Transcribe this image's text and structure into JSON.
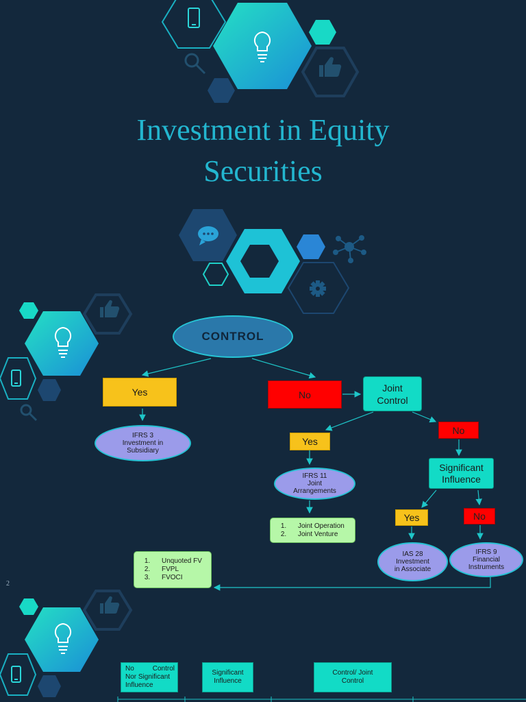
{
  "title": {
    "line1": "Investment in Equity",
    "line2": "Securities"
  },
  "page_number": "2",
  "flow": {
    "control": "CONTROL",
    "yes_control": "Yes",
    "no_control": "No",
    "ifrs3": {
      "code": "IFRS 3",
      "l1": "Investment in",
      "l2": "Subsidiary"
    },
    "joint_control": {
      "l1": "Joint",
      "l2": "Control"
    },
    "yes_joint": "Yes",
    "no_joint": "No",
    "ifrs11": {
      "code": "IFRS 11",
      "l1": "Joint",
      "l2": "Arrangements"
    },
    "joint_list": [
      "Joint Operation",
      "Joint Venture"
    ],
    "significant_influence": {
      "l1": "Significant",
      "l2": "Influence"
    },
    "yes_si": "Yes",
    "no_si": "No",
    "ias28": {
      "code": "IAS 28",
      "l1": "Investment",
      "l2": "in Associate"
    },
    "ifrs9": {
      "code": "IFRS 9",
      "l1": "Financial",
      "l2": "Instruments"
    },
    "fv_list": [
      "Unquoted FV",
      "FVPL",
      "FVOCI"
    ]
  },
  "bottom": {
    "no_control": {
      "l1a": "No",
      "l1b": "Control",
      "l2": "Nor Significant",
      "l3": "Influence"
    },
    "significant": {
      "l1": "Significant",
      "l2": "Influence"
    },
    "control_joint": {
      "l1": "Control/ Joint",
      "l2": "Control"
    }
  },
  "icons": [
    "smartphone-icon",
    "lightbulb-icon",
    "magnifier-icon",
    "thumbs-up-icon",
    "chat-bubble-icon",
    "network-icon",
    "gear-icon"
  ],
  "colors": {
    "background": "#13283c",
    "accent": "#23b6cf",
    "yes": "#f7c21b",
    "no": "#ff0000",
    "teal": "#12dbc6",
    "ellipse": "#9b9bea",
    "green": "#b6f7a8"
  }
}
